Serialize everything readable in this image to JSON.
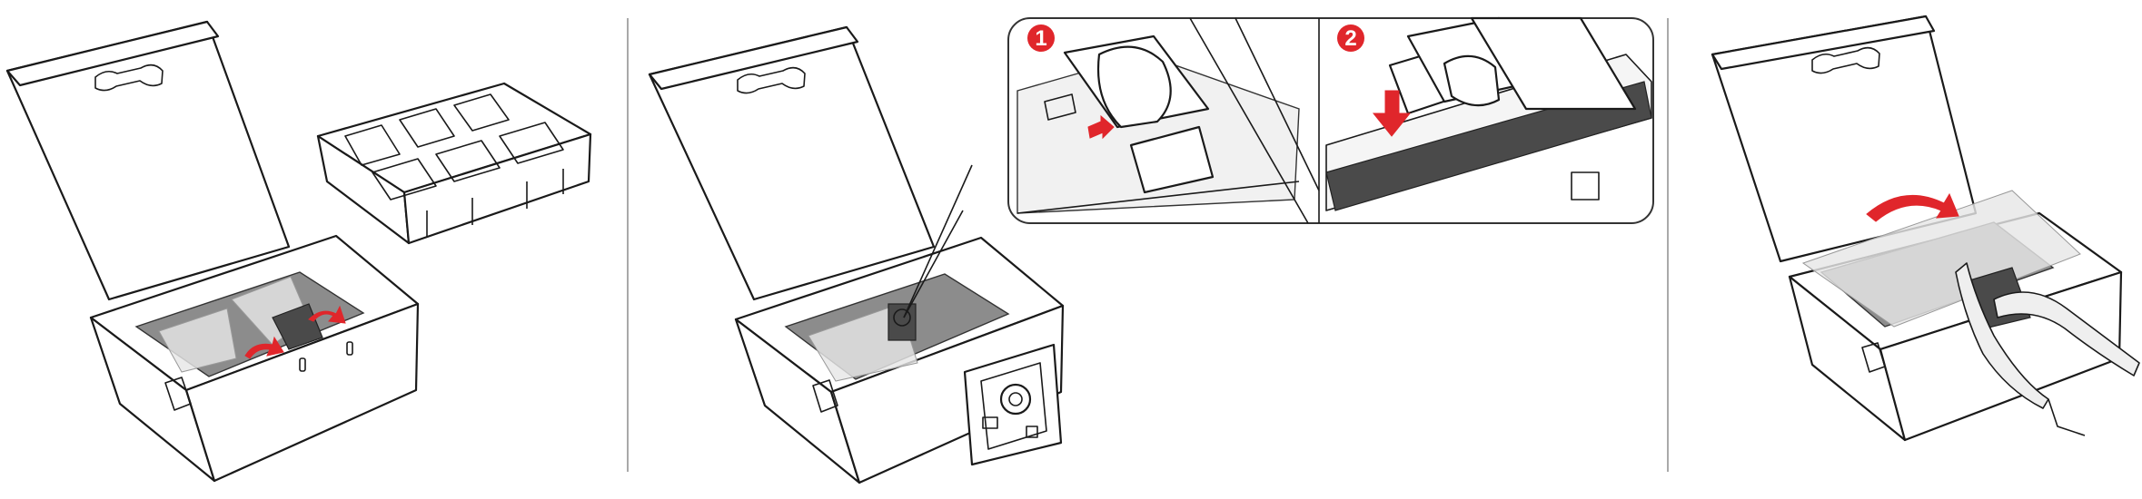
{
  "colors": {
    "accent_red": "#e0262b",
    "outline": "#1a1a1a",
    "divider": "#a9a9a9",
    "monitor_gray": "#8c8c8c"
  },
  "steps": [
    {
      "panel": "remove-foam-insert-and-open-box",
      "icons": [
        "open-box-icon",
        "foam-tray-icon",
        "curved-arrow-icon"
      ]
    },
    {
      "panel": "attach-stand-to-monitor",
      "callout_badges": [
        "1",
        "2"
      ],
      "icons": [
        "open-box-icon",
        "stand-base-icon",
        "push-arrow-icon",
        "down-arrow-icon"
      ]
    },
    {
      "panel": "lift-monitor-out-of-box",
      "icons": [
        "open-box-icon",
        "hands-icon",
        "curved-arrow-icon"
      ]
    }
  ]
}
